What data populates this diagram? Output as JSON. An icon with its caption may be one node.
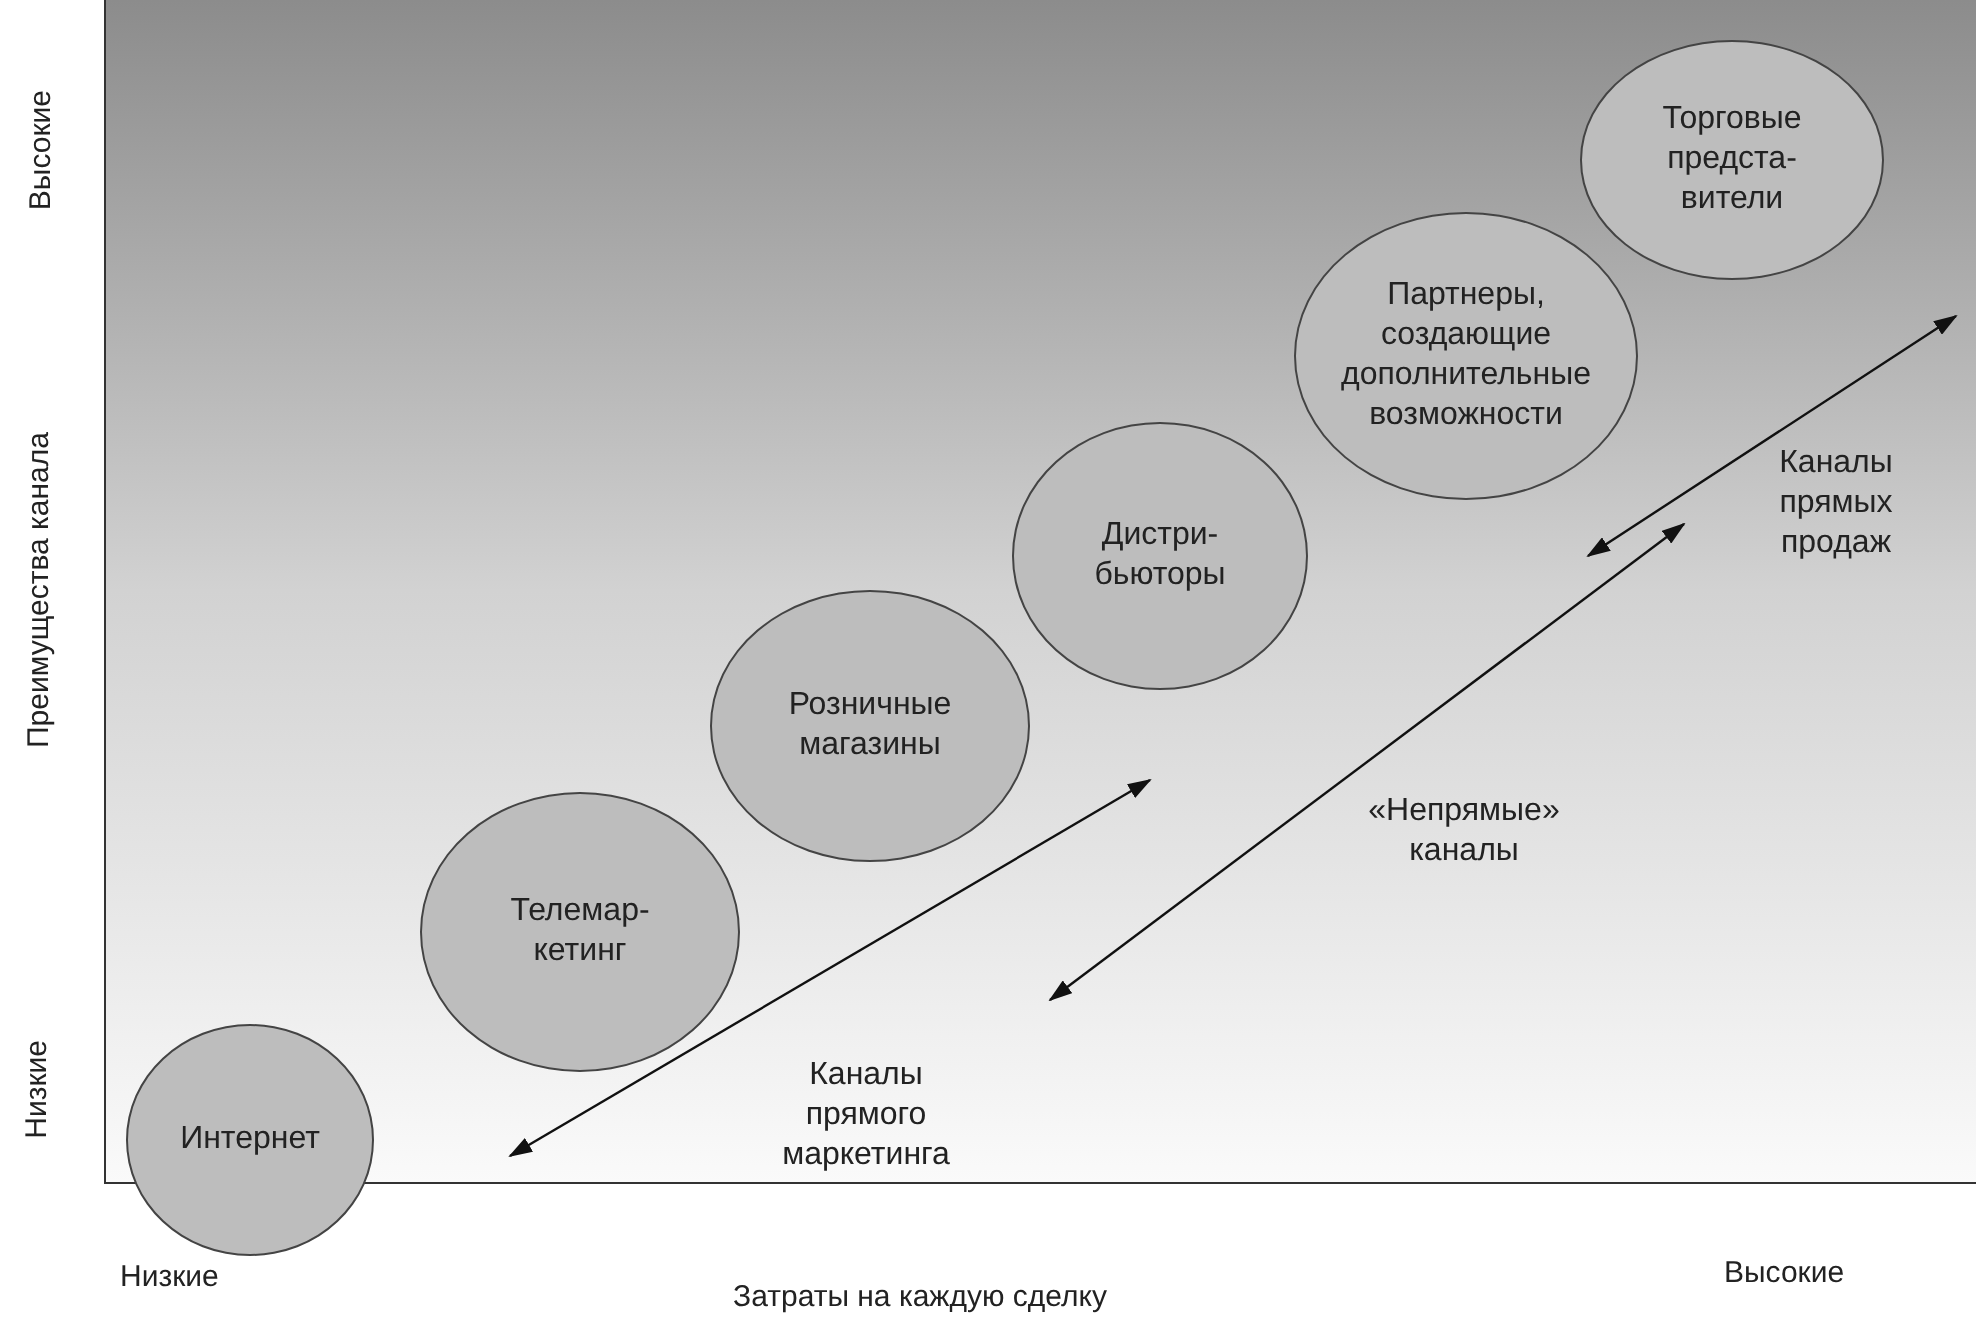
{
  "diagram": {
    "nodes": [
      {
        "text": [
          "Интернет"
        ]
      },
      {
        "text": [
          "Телемар- кетинг"
        ]
      },
      {
        "text": [
          "Розничные магазины"
        ]
      },
      {
        "text": [
          "Дистри- бьюторы"
        ]
      },
      {
        "text": [
          "Партнеры, создающие дополнительные возможности"
        ]
      },
      {
        "text": [
          "Торговые предста- вители"
        ]
      }
    ],
    "labels": [
      "Высокие",
      "Преимущества канала",
      "Низкие",
      "Каналы прямых продаж",
      "«Непрямые» каналы",
      "Каналы прямого маркетинга",
      "Низкие",
      "Затраты на каждую сделку",
      "Высокие"
    ]
  }
}
